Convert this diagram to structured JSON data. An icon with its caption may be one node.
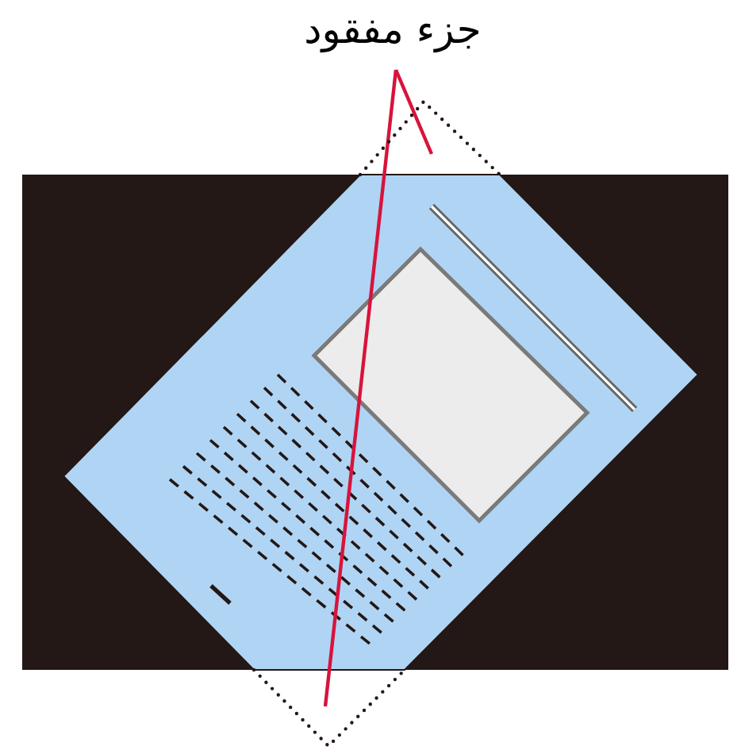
{
  "diagram": {
    "nodes": [
      {
        "text": [
          "جزء مفقود"
        ]
      },
      {
        "text": [],
        "shape": "triangle"
      },
      {
        "text": [],
        "shape": "triangle"
      }
    ],
    "edges": [
      {
        "from": 0,
        "to": 2,
        "arrow": "none",
        "color": "#d7143c"
      },
      {
        "from": 0,
        "to": 1,
        "arrow": "none",
        "color": "#d7143c"
      }
    ]
  }
}
